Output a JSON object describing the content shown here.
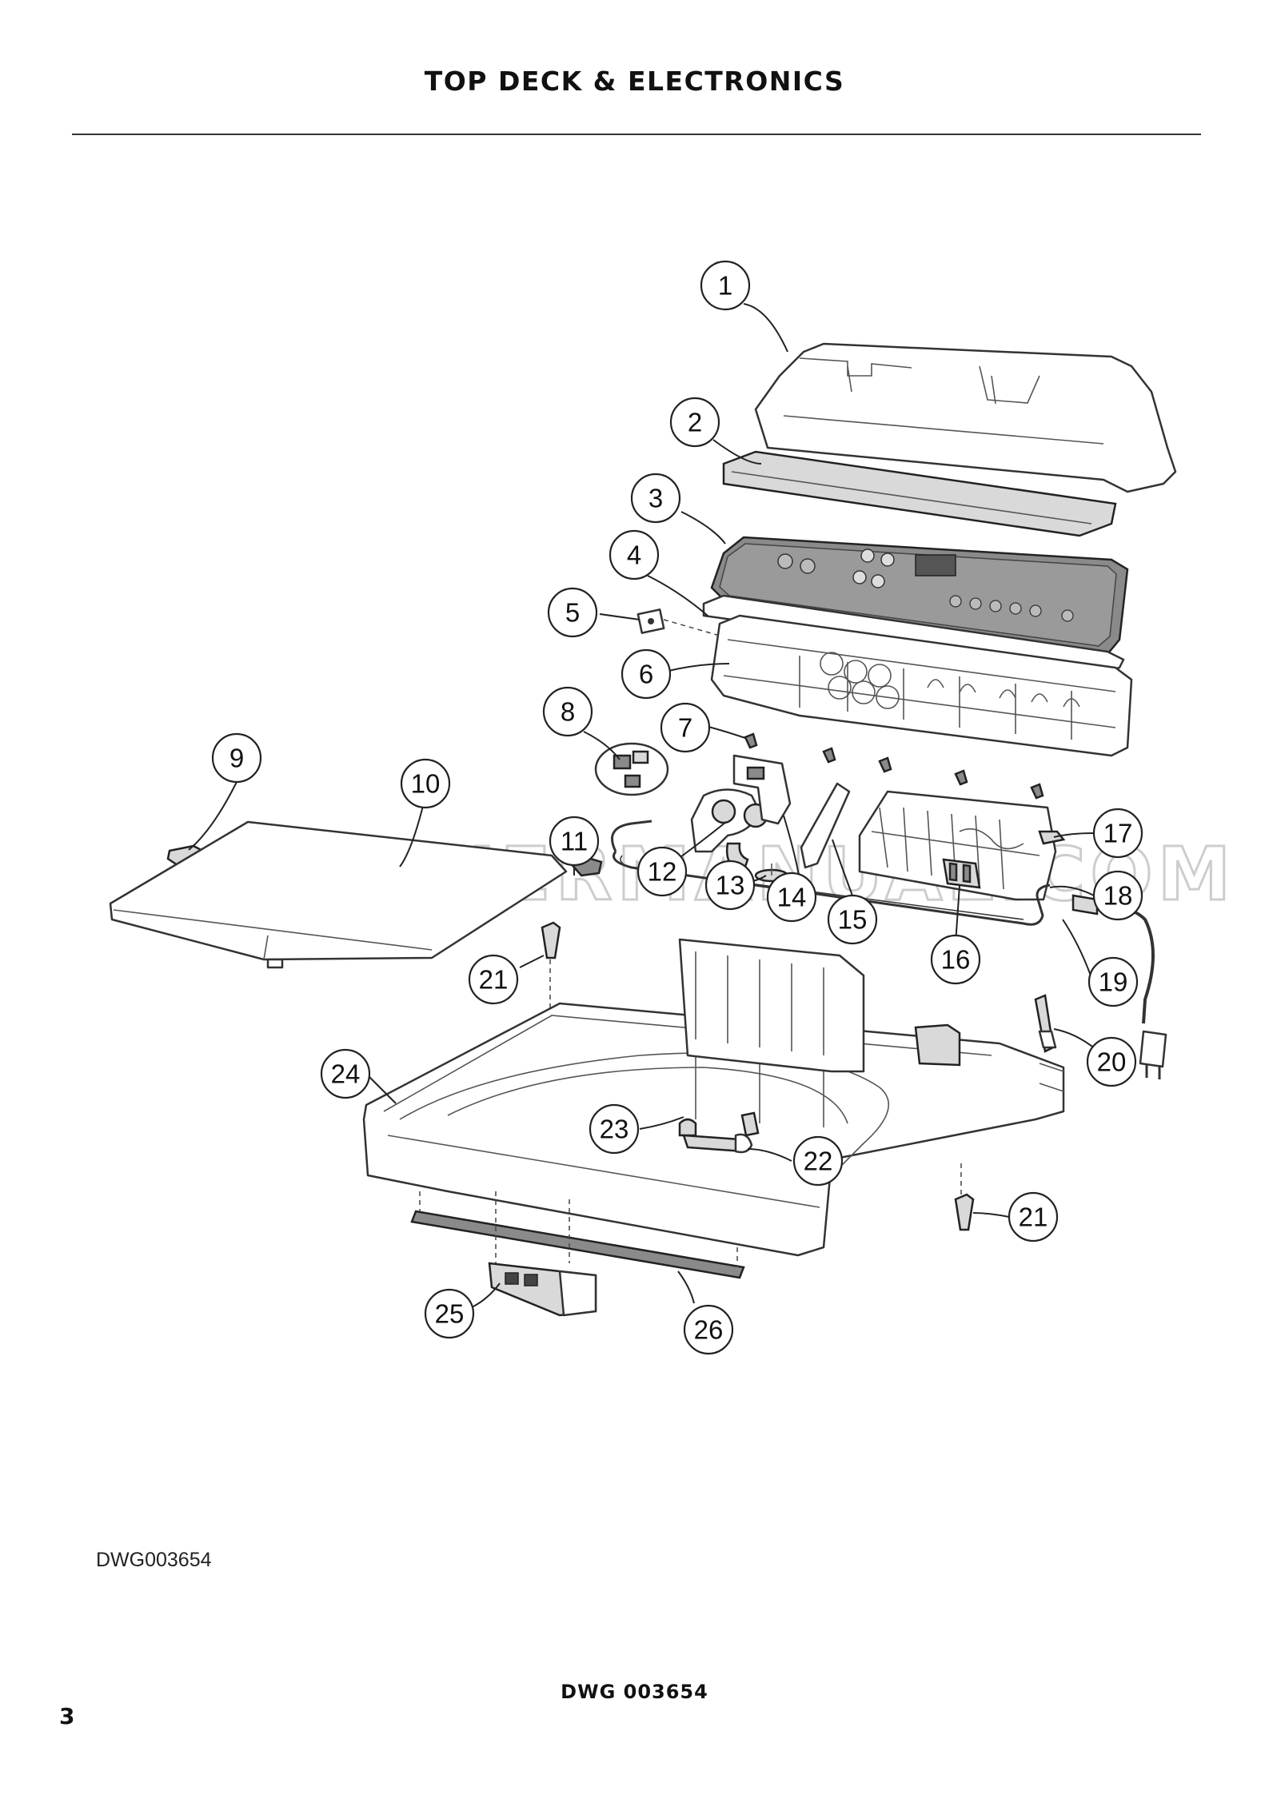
{
  "title": "TOP DECK & ELECTRONICS",
  "watermark": "WASHERMANUAL.COM",
  "drawing_number": "DWG003654",
  "footer_drawing": "DWG 003654",
  "page_number": "3",
  "callouts": [
    "1",
    "2",
    "3",
    "4",
    "5",
    "6",
    "7",
    "8",
    "9",
    "10",
    "11",
    "12",
    "13",
    "14",
    "15",
    "16",
    "17",
    "18",
    "19",
    "20",
    "21",
    "21",
    "22",
    "23",
    "24",
    "25",
    "26"
  ]
}
